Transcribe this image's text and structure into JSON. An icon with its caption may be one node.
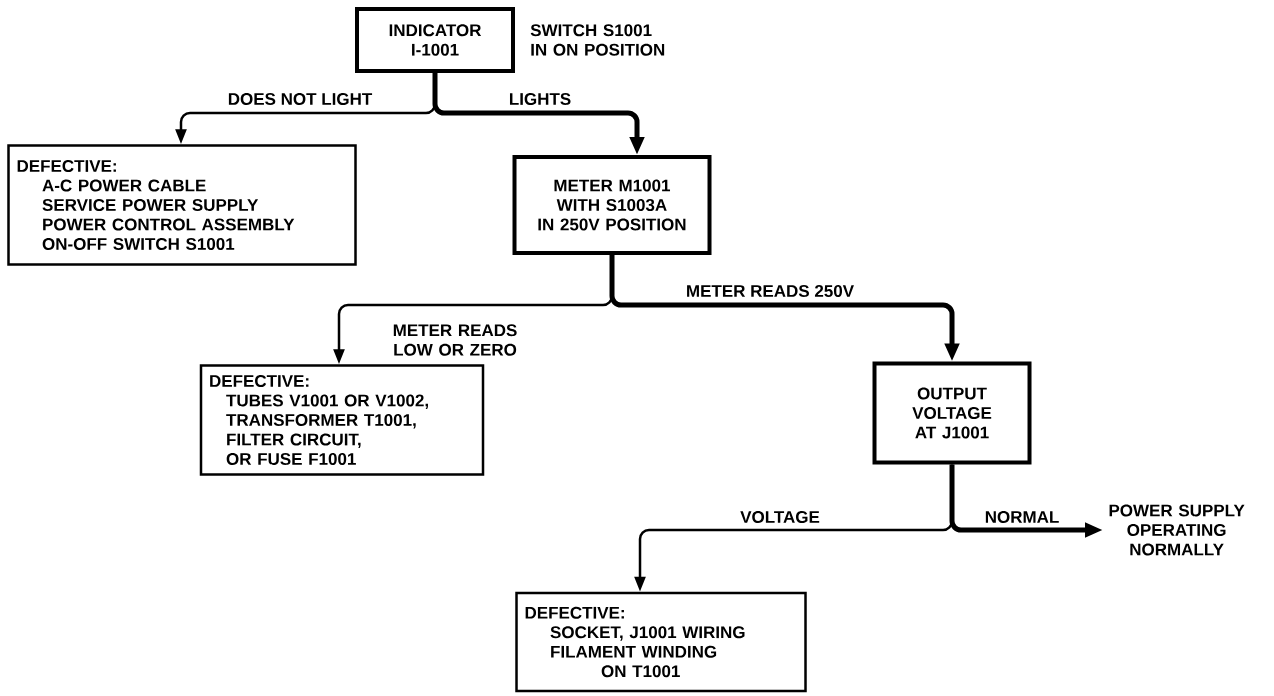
{
  "diagram": {
    "nodes": [
      {
        "text": [
          "INDICATOR I-1001"
        ],
        "beside": [
          "SWITCH S1001 IN ON POSITION"
        ]
      },
      {
        "text": [
          "DEFECTIVE:",
          "A-C POWER CABLE SERVICE POWER SUPPLY POWER CONTROL ASSEMBLY ON-OFF SWITCH S1001"
        ]
      },
      {
        "text": [
          "METER M1001 WITH S1003A IN 250V POSITION"
        ]
      },
      {
        "text": [
          "DEFECTIVE:",
          "TUBES V1001 OR V1002, TRANSFORMER T1001, FILTER CIRCUIT, OR FUSE F1001"
        ]
      },
      {
        "text": [
          "OUTPUT VOLTAGE AT J1001"
        ]
      },
      {
        "text": [
          "DEFECTIVE:",
          "SOCKET, J1001 WIRING FILAMENT WINDING ON T1001"
        ]
      },
      {
        "text": [
          "POWER SUPPLY OPERATING NORMALLY"
        ]
      }
    ],
    "edges": [
      {
        "from": 0,
        "to": 1,
        "arrow": "to",
        "label": "DOES NOT LIGHT"
      },
      {
        "from": 0,
        "to": 2,
        "arrow": "to",
        "label": "LIGHTS",
        "style": "thick"
      },
      {
        "from": 2,
        "to": 3,
        "arrow": "to",
        "label": "METER READS LOW OR ZERO"
      },
      {
        "from": 2,
        "to": 4,
        "arrow": "to",
        "label": "METER READS 250V",
        "style": "thick"
      },
      {
        "from": 4,
        "to": 5,
        "arrow": "to",
        "label": "VOLTAGE"
      },
      {
        "from": 4,
        "to": 6,
        "arrow": "to",
        "label": "NORMAL",
        "style": "thick"
      }
    ]
  }
}
